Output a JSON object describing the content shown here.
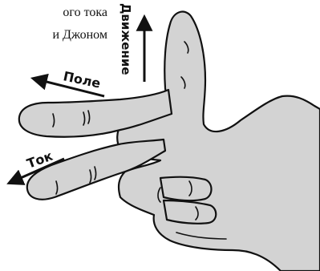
{
  "caption": {
    "line1": "ого тока",
    "line2": "и Джоном"
  },
  "labels": {
    "motion": "Движение",
    "field": "Поле",
    "current": "Ток"
  },
  "colors": {
    "skin": "#d3d3d3",
    "outline": "#111111",
    "background": "#ffffff"
  }
}
